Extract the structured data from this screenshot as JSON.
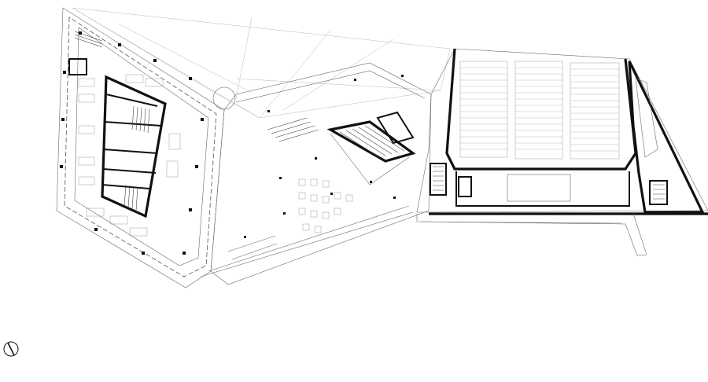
{
  "drawing": {
    "type": "architectural-floor-plan",
    "line_color": "#111111",
    "light_line_color": "#b9b9b9",
    "background": "#ffffff",
    "north_arrow_icon": "north-arrow-icon",
    "regions": [
      "west-office-wing",
      "central-atrium",
      "auditorium",
      "east-triangle-wing",
      "south-ramp"
    ]
  }
}
